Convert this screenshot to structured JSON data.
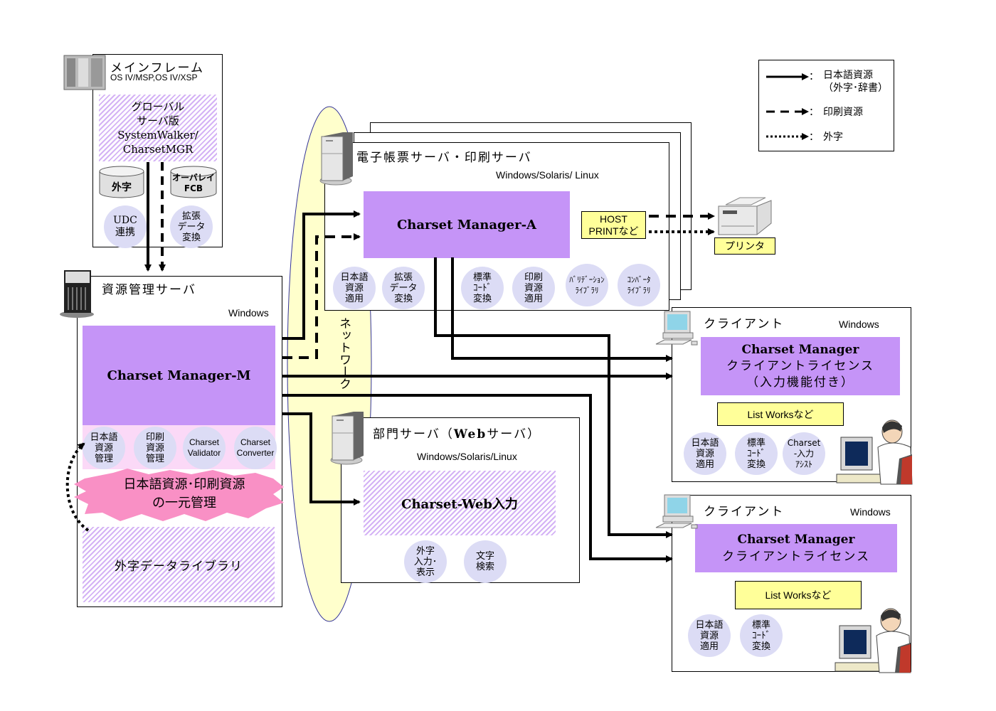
{
  "legend": {
    "items": [
      {
        "style": "solid",
        "label": "日本語資源\n（外字･辞書）"
      },
      {
        "style": "dashed",
        "label": "印刷資源"
      },
      {
        "style": "dotted",
        "label": "外字"
      }
    ],
    "separator": "："
  },
  "mainframe": {
    "title": "メインフレーム",
    "os": "OS IV/MSP,OS IV/XSP",
    "product": "グローバル\nサーバ版\nSystemWalker/\nCharsetMGR",
    "db_gaiji": "外字",
    "db_overlay": "オーバレイ\nFCB",
    "circles": [
      "UDC\n連携",
      "拡張\nデータ\n変換"
    ]
  },
  "resource_server": {
    "title": "資源管理サーバ",
    "os": "Windows",
    "product": "Charset Manager-M",
    "circles": [
      "日本語\n資源\n管理",
      "印刷\n資源\n管理",
      "Charset\nValidator",
      "Charset\nConverter"
    ],
    "burst": "日本語資源･印刷資源\nの一元管理",
    "library": "外字データライブラリ"
  },
  "network": {
    "label": "ネットワーク"
  },
  "print_server": {
    "title": "電子帳票サーバ・印刷サーバ",
    "os": "Windows/Solaris/ Linux",
    "product": "Charset Manager-A",
    "host_print": "HOST\nPRINTなど",
    "circles": [
      "日本語\n資源\n適用",
      "拡張\nデータ\n変換",
      "標準\nｺｰﾄﾞ\n変換",
      "印刷\n資源\n適用",
      "ﾊﾞﾘﾃﾞｰｼｮﾝ\nﾗｲﾌﾞﾗﾘ",
      "ｺﾝﾊﾞｰﾀ\nﾗｲﾌﾞﾗﾘ"
    ]
  },
  "printer": {
    "label": "プリンタ"
  },
  "web_server": {
    "title_prefix": "部門サーバ（",
    "title_bold": "Web",
    "title_suffix": "サーバ）",
    "os": "Windows/Solaris/Linux",
    "product": "Charset-Web入力",
    "circles": [
      "外字\n入力･\n表示",
      "文字\n検索"
    ]
  },
  "client1": {
    "title": "クライアント",
    "os": "Windows",
    "product": "Charset Manager",
    "license": "クライアントライセンス",
    "note": "（入力機能付き）",
    "app": "List Worksなど",
    "circles": [
      "日本語\n資源\n適用",
      "標準\nｺｰﾄﾞ\n変換",
      "Charset\n-入力\nｱｼｽﾄ"
    ]
  },
  "client2": {
    "title": "クライアント",
    "os": "Windows",
    "product": "Charset Manager",
    "license": "クライアントライセンス",
    "app": "List Worksなど",
    "circles": [
      "日本語\n資源\n適用",
      "標準\nｺｰﾄﾞ\n変換"
    ]
  }
}
